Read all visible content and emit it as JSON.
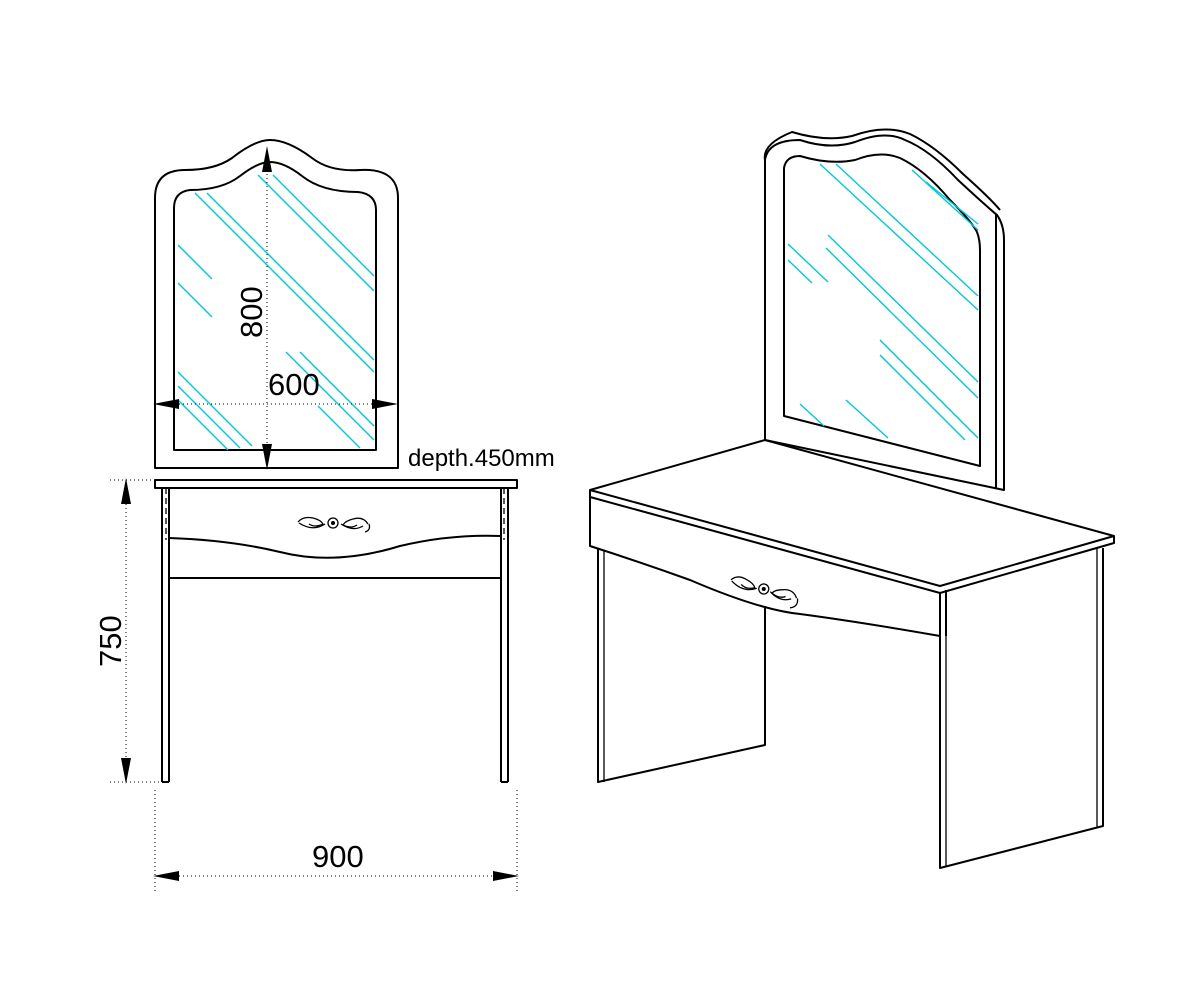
{
  "dimensions": {
    "mirror_height": "800",
    "mirror_width": "600",
    "depth_note": "depth.450mm",
    "table_height": "750",
    "table_width": "900"
  },
  "colors": {
    "line": "#000000",
    "glass": "#00c8d8",
    "background": "#ffffff"
  }
}
